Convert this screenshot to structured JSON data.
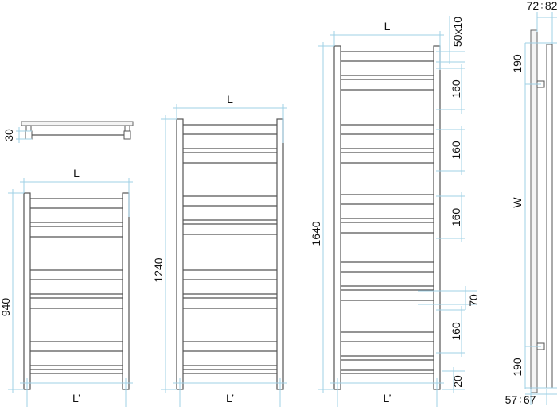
{
  "top_view": {
    "depth_label": "30"
  },
  "radiators": [
    {
      "height_label": "940",
      "width_label": "L",
      "axis_label": "L’"
    },
    {
      "height_label": "1240",
      "width_label": "L",
      "axis_label": "L’"
    },
    {
      "height_label": "1640",
      "width_label": "L",
      "axis_label": "L’"
    }
  ],
  "detail_dims": {
    "bar_section": "50x10",
    "spacing": [
      "160",
      "160",
      "160",
      "160"
    ],
    "gap": "70",
    "bottom": "20"
  },
  "side_view": {
    "depth_top": "72÷82",
    "bracket_top": "190",
    "height": "W",
    "bracket_bottom": "190",
    "depth_bottom": "57÷67"
  },
  "colors": {
    "dimension": "#9fd0e6",
    "outline": "#555555"
  }
}
